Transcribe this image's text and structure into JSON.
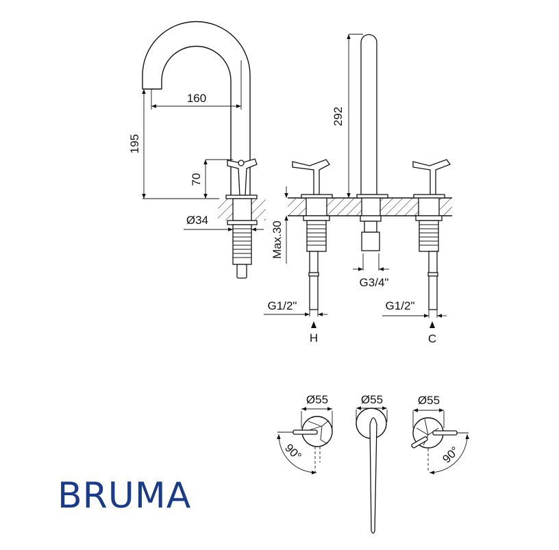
{
  "brand": {
    "name": "BRUMA",
    "color": "#1a3a8a"
  },
  "side_view": {
    "spout_reach": "160",
    "spout_height": "195",
    "handle_height": "70",
    "body_diameter": "Ø34"
  },
  "front_view": {
    "spout_height": "292",
    "max_deck_thickness": "Max.30",
    "hot_connection": "G1/2\"",
    "hot_label": "H",
    "outlet_connection": "G3/4\"",
    "cold_connection": "G1/2\"",
    "cold_label": "C"
  },
  "top_view": {
    "left_rosette": "Ø55",
    "center_rosette": "Ø55",
    "right_rosette": "Ø55",
    "left_rotation": "90°",
    "right_rotation": "90°"
  }
}
